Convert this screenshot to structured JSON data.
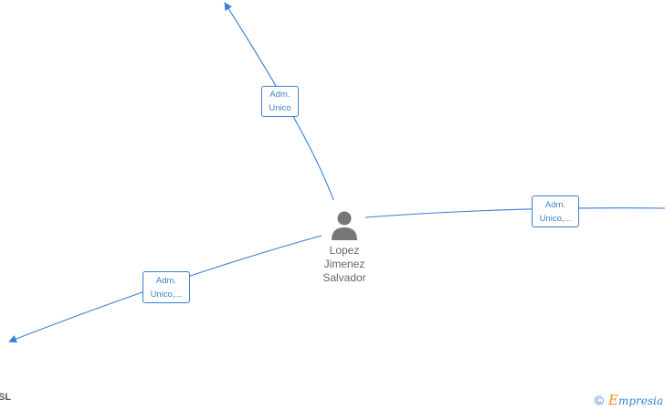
{
  "diagram": {
    "person": {
      "icon": "person-icon",
      "name_lines": [
        "Lopez",
        "Jimenez",
        "Salvador"
      ]
    },
    "edges": [
      {
        "id": "north",
        "label_lines": [
          "Adm.",
          "Unico"
        ]
      },
      {
        "id": "east",
        "label_lines": [
          "Adm.",
          "Unico,..."
        ]
      },
      {
        "id": "southwest",
        "label_lines": [
          "Adm.",
          "Unico,..."
        ]
      }
    ],
    "partial_node_label": "SL"
  },
  "watermark": {
    "copyright": "©",
    "brand_initial": "E",
    "brand_rest": "mpresia"
  },
  "colors": {
    "edge": "#3a7fd0",
    "person_icon": "#777777",
    "person_text": "#666666",
    "brand_accent": "#f29100"
  }
}
